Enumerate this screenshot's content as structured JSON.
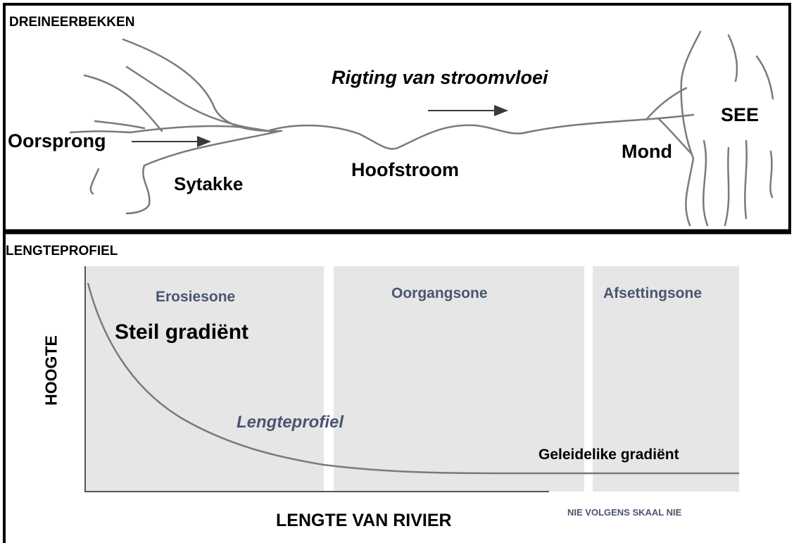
{
  "top_panel": {
    "title": "DREINEERBEKKEN",
    "direction_label": "Rigting van stroomvloei",
    "source_label": "Oorsprong",
    "tributaries_label": "Sytakke",
    "main_stream_label": "Hoofstroom",
    "mouth_label": "Mond",
    "sea_label": "SEE"
  },
  "bottom_panel": {
    "title": "LENGTEPROFIEL",
    "y_axis_label": "HOOGTE",
    "x_axis_label": "LENGTE VAN RIVIER",
    "zones": [
      "Erosiesone",
      "Oorgangsone",
      "Afsettingsone"
    ],
    "steep_label": "Steil gradiënt",
    "curve_label": "Lengteprofiel",
    "gentle_label": "Geleidelike gradiënt",
    "scale_note": "NIE VOLGENS SKAAL NIE"
  },
  "colors": {
    "zone_fill": "#e6e6e6",
    "zone_text": "#4a5670",
    "curve": "#7a7a7a",
    "river_line": "#7a7a7a"
  }
}
